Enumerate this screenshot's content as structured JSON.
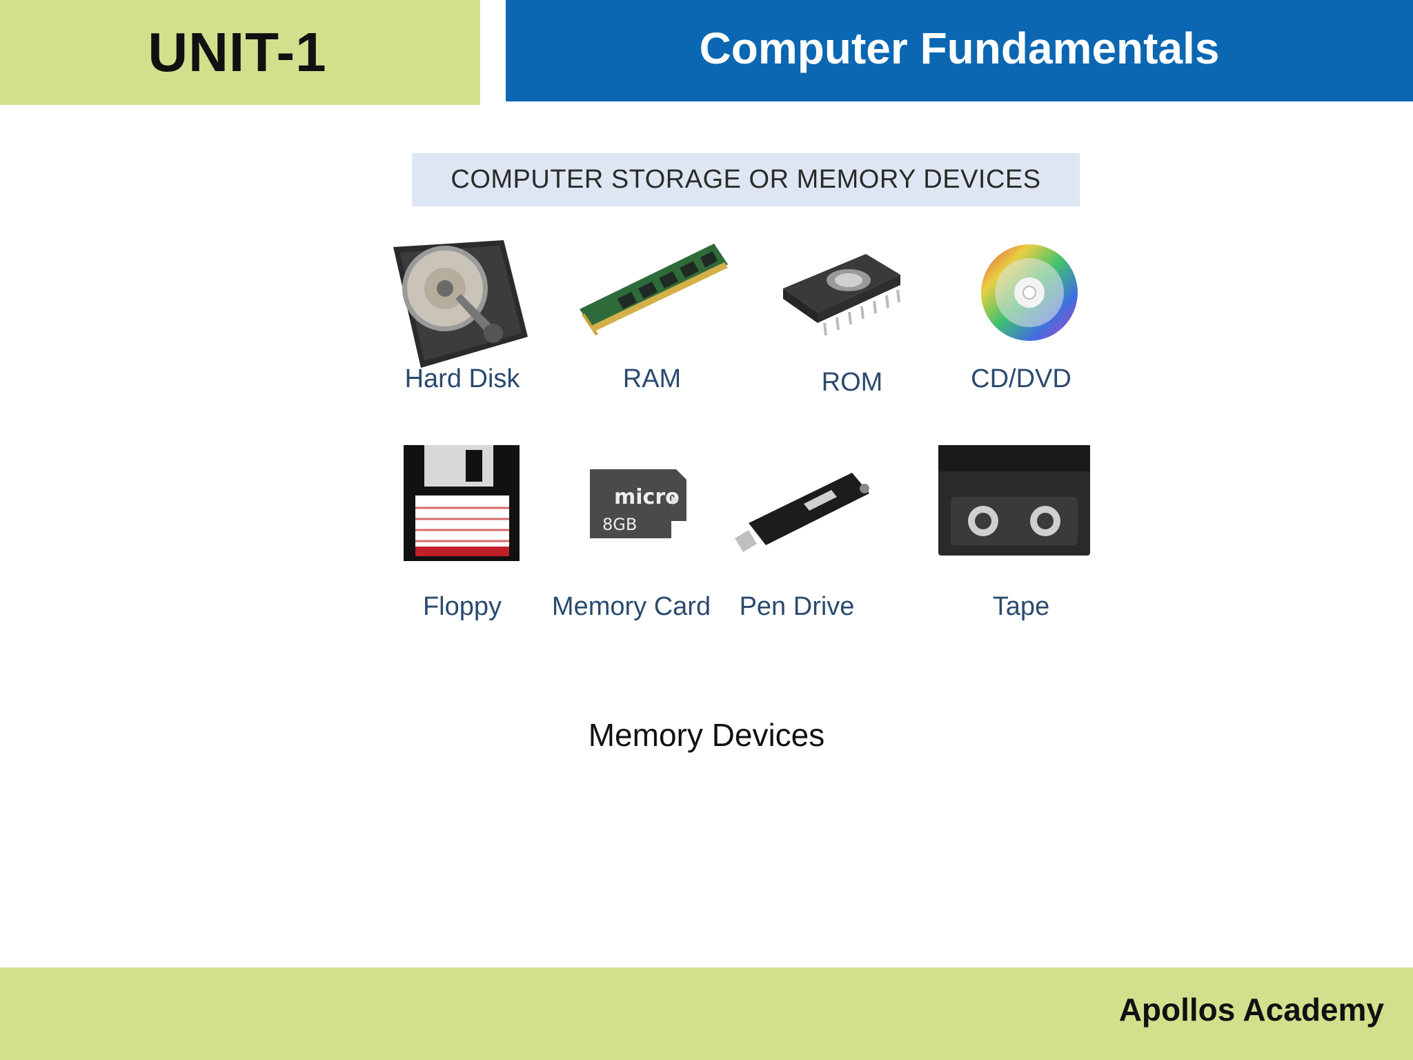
{
  "header": {
    "unit": "UNIT-1",
    "title": "Computer Fundamentals"
  },
  "figure": {
    "heading": "COMPUTER STORAGE OR MEMORY DEVICES",
    "devices": [
      {
        "label": "Hard Disk",
        "icon": "hard-disk-icon"
      },
      {
        "label": "RAM",
        "icon": "ram-module-icon"
      },
      {
        "label": "ROM",
        "icon": "rom-chip-icon"
      },
      {
        "label": "CD/DVD",
        "icon": "cd-dvd-icon"
      },
      {
        "label": "Floppy",
        "icon": "floppy-disk-icon"
      },
      {
        "label": "Memory Card",
        "icon": "memory-card-icon"
      },
      {
        "label": "Pen Drive",
        "icon": "pen-drive-icon"
      },
      {
        "label": "Tape",
        "icon": "tape-cartridge-icon"
      }
    ],
    "memory_card_capacity": "8GB"
  },
  "caption": "Memory Devices",
  "footer": {
    "brand": "Apollos Academy"
  },
  "colors": {
    "accent_green": "#d1e08c",
    "accent_blue": "#0b67b2",
    "label_blue": "#2b4a6f"
  }
}
